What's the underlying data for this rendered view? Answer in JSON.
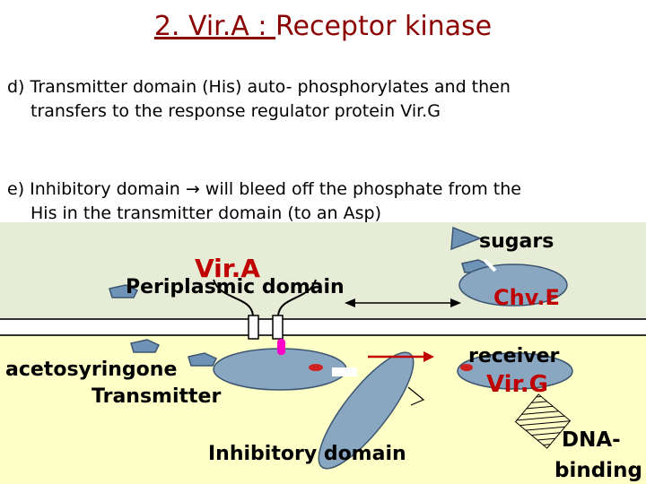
{
  "title": {
    "part1": "2. Vir.A : ",
    "part2": "Receptor kinase"
  },
  "points": {
    "d_line1": "d) Transmitter domain (His) auto- phosphorylates and then",
    "d_line2": "transfers to the response regulator protein Vir.G",
    "e_line1": "e) Inhibitory domain → will bleed off the phosphate from the",
    "e_line2": "His in the transmitter domain (to an Asp)"
  },
  "labels": {
    "sugars": "sugars",
    "vira": "Vir.A",
    "periplasmic": "Periplasmic domain",
    "chve": "Chv.E",
    "acetosyringone": "acetosyringone",
    "transmitter": "Transmitter",
    "receiver": "receiver",
    "virg": "Vir.G",
    "inhibitory": "Inhibitory domain",
    "dna_line1": "DNA-",
    "dna_line2": "binding"
  },
  "colors": {
    "title": "#8b0000",
    "accent_red": "#c00000",
    "band_periplasm": "#e6ecd6",
    "band_cytoplasm": "#ffffc8",
    "protein_fill": "#8aa7c2",
    "phosphate_magenta": "#ff00c8"
  }
}
